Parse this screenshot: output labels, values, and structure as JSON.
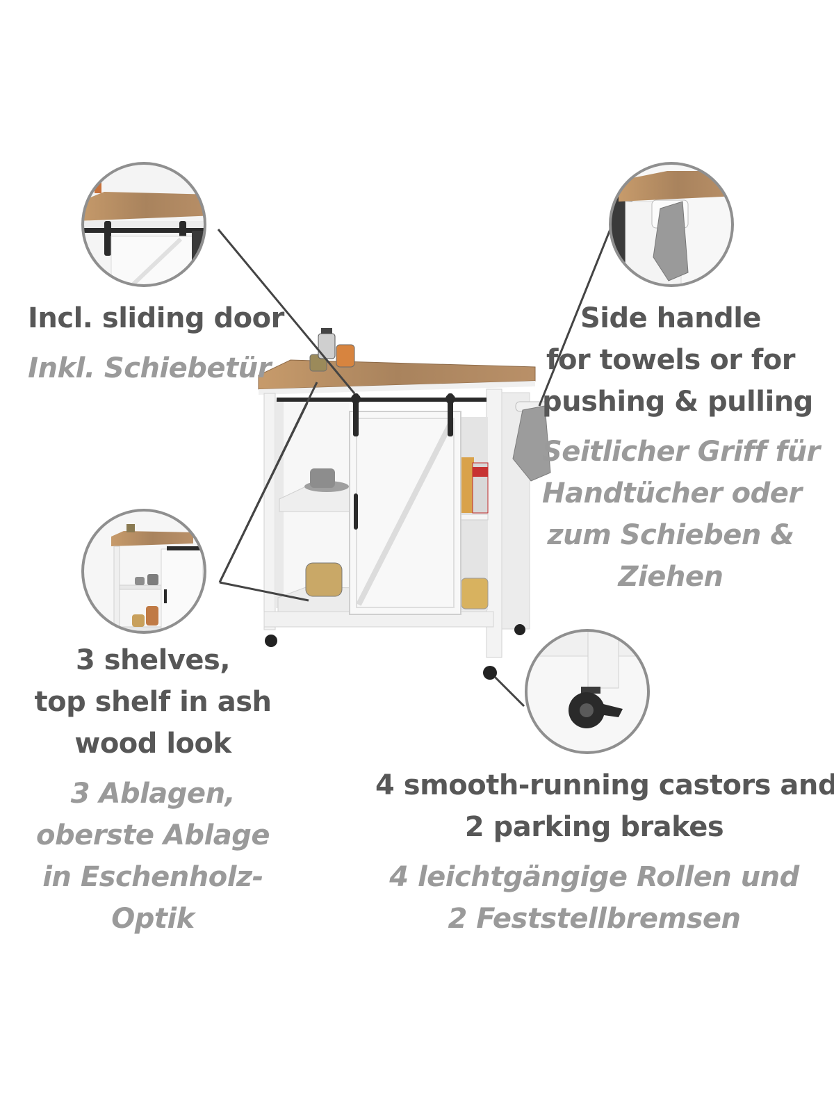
{
  "callouts": {
    "sliding_door": {
      "en": [
        "Incl. sliding door"
      ],
      "de": [
        "Inkl. Schiebetür"
      ]
    },
    "side_handle": {
      "en": [
        "Side handle",
        "for towels or for",
        "pushing & pulling"
      ],
      "de": [
        "Seitlicher Griff für",
        "Handtücher oder",
        "zum Schieben &",
        "Ziehen"
      ]
    },
    "shelves": {
      "en": [
        "3 shelves,",
        "top shelf in ash",
        "wood look"
      ],
      "de": [
        "3 Ablagen,",
        "oberste Ablage",
        "in Eschenholz-",
        "Optik"
      ]
    },
    "castors": {
      "en": [
        "4 smooth-running castors and",
        "2 parking brakes"
      ],
      "de": [
        "4 leichtgängige Rollen und",
        "2 Feststellbremsen"
      ]
    }
  },
  "colors": {
    "text_english": "#575757",
    "text_german": "#9a9a9a",
    "wood_top": "#b8926a",
    "cabinet_white": "#f4f4f4",
    "hardware_black": "#2a2a2a",
    "circle_border": "#8f8f8f"
  }
}
